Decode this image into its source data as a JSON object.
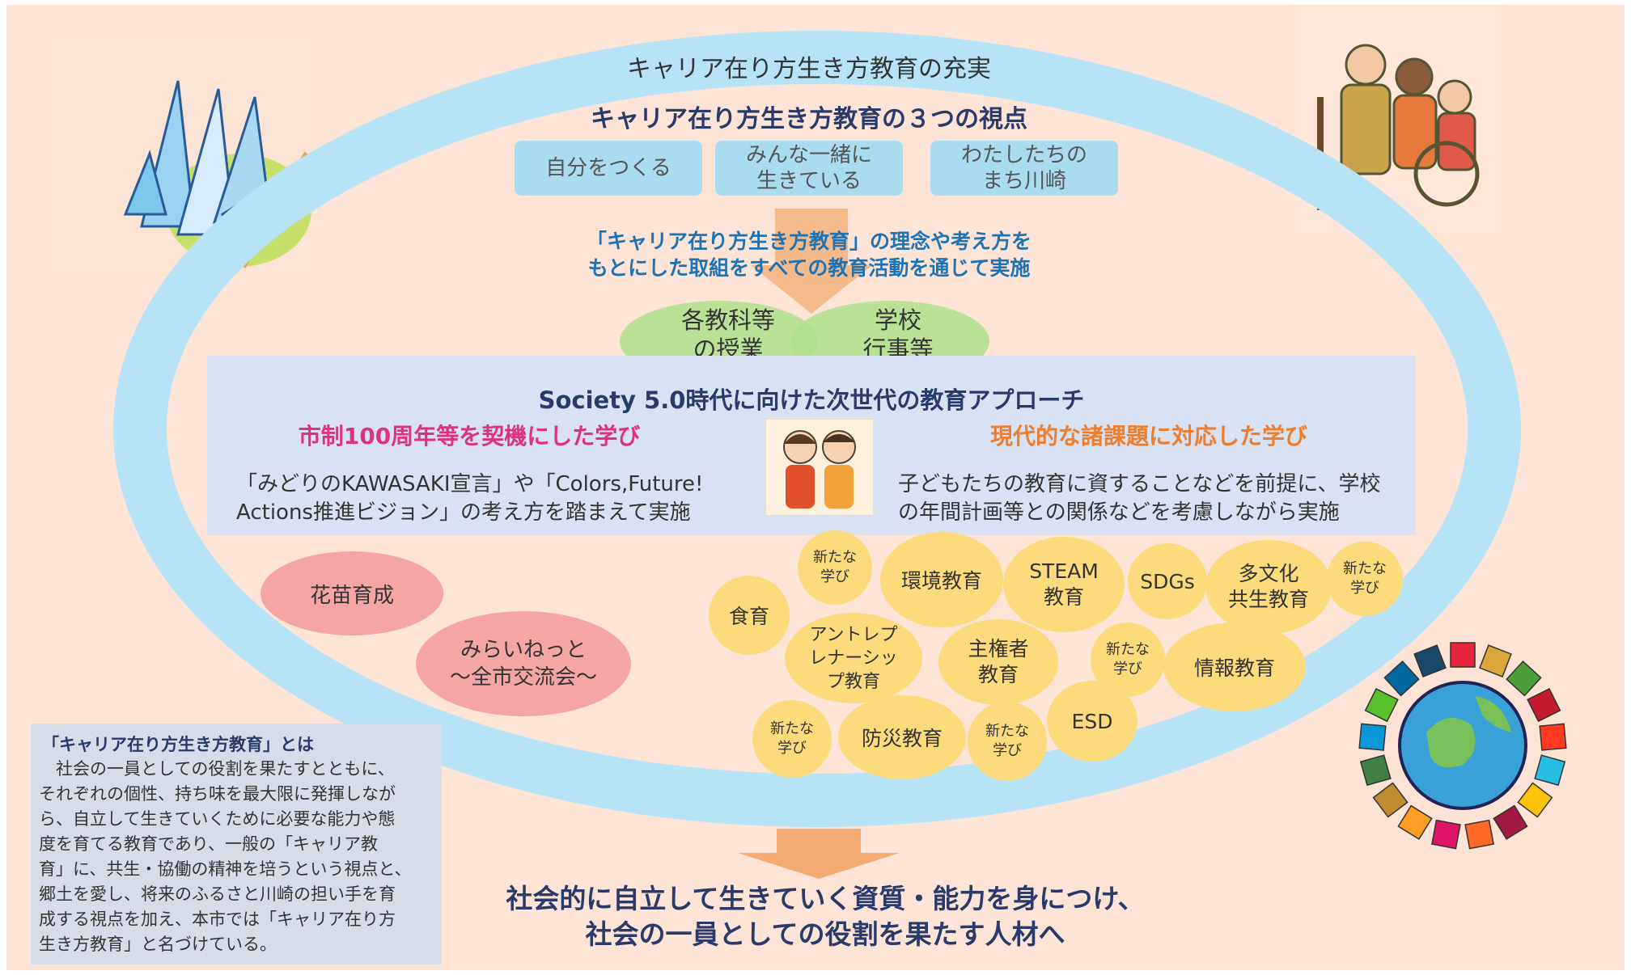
{
  "main_title": "キャリア在り方生き方教育の充実",
  "viewpoints_title": "キャリア在り方生き方教育の３つの視点",
  "viewpoints": [
    "自分をつくる",
    "みんな一緒に\n生きている",
    "わたしたちの\nまち川崎"
  ],
  "concept_text": "「キャリア在り方生き方教育」の理念や考え方を\nもとにした取組をすべての教育活動を通じて実施",
  "green_items": [
    "各教科等\nの授業",
    "学校\n行事等"
  ],
  "society_title": "Society 5.0時代に向けた次世代の教育アプローチ",
  "left_heading": "市制100周年等を契機にした学び",
  "left_desc": "「みどりのKAWASAKI宣言」や「Colors,Future!\nActions推進ビジョン」の考え方を踏まえて実施",
  "right_heading": "現代的な諸課題に対応した学び",
  "right_desc": "子どもたちの教育に資することなどを前提に、学校\nの年間計画等との関係などを考慮しながら実施",
  "pink_bubbles": [
    "花苗育成",
    "みらいねっと\n～全市交流会～"
  ],
  "yellow_bubbles": {
    "new1": "新たな\n学び",
    "kankyo": "環境教育",
    "steam": "STEAM\n教育",
    "sdgs": "SDGs",
    "tabunka": "多文化\n共生教育",
    "new2": "新たな\n学び",
    "shokuiku": "食育",
    "entre": "アントレプ\nレナーシッ\nプ教育",
    "shuken": "主権者\n教育",
    "new3": "新たな\n学び",
    "joho": "情報教育",
    "new4": "新たな\n学び",
    "bosai": "防災教育",
    "new5": "新たな\n学び",
    "esd": "ESD"
  },
  "explanation_title": "「キャリア在り方生き方教育」とは",
  "explanation_body": "　社会の一員としての役割を果たすとともに、\nそれぞれの個性、持ち味を最大限に発揮しなが\nら、自立して生きていくために必要な能力や態\n度を育てる教育であり、一般の「キャリア教\n育」に、共生・協働の精神を培うという視点と、\n郷土を愛し、将来のふるさと川崎の担い手を育\n成する視点を加え、本市では「キャリア在り方\n生き方教育」と名づけている。",
  "final_text": "社会的に自立して生きていく資質・能力を身につけ、\n社会の一員としての役割を果たす人材へ",
  "colors": {
    "background": "#fde4d7",
    "ring": "#b6e3f6",
    "viewpoint_box": "#a9dcef",
    "arrow": "#f5b98a",
    "green": "#afe18c",
    "society_panel": "#d9e2f2",
    "pink_heading": "#e0317e",
    "orange_heading": "#ee7d2d",
    "navy_text": "#2a3a6a",
    "blue_text": "#1e73b4",
    "yellow_bubble": "#fddb7c",
    "pink_bubble": "#f6a5a7"
  },
  "illustrations": [
    "city-buildings-illustration",
    "family-illustration",
    "children-illustration",
    "sdgs-globe-illustration"
  ]
}
